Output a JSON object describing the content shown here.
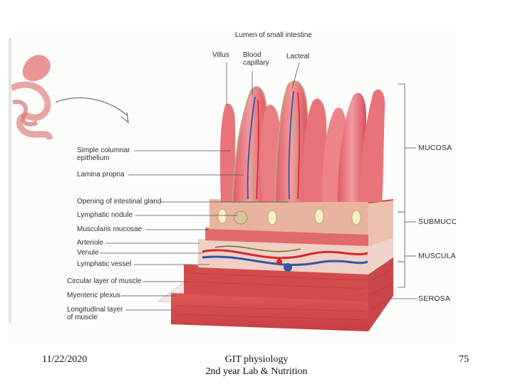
{
  "diagram": {
    "title": "Lumen of small intestine",
    "top_labels": {
      "villus": "Villus",
      "blood_capillary": "Blood\ncapillary",
      "lacteal": "Lacteal"
    },
    "left_labels": [
      "Simple columnar\nepithelium",
      "Lamina propria",
      "Opening of intestinal gland",
      "Lymphatic nodule",
      "Muscularis mucosae",
      "Arteriole",
      "Venule",
      "Lymphatic vessel",
      "Circular layer of muscle",
      "Myenteric plexus",
      "Longitudinal layer\nof muscle"
    ],
    "layers": [
      "MUCOSA",
      "SUBMUCOSA",
      "MUSCULARIS",
      "SEROSA"
    ],
    "colors": {
      "villus": "#e8747a",
      "muscle": "#cf4b4b",
      "artery": "#d8272c",
      "vein": "#2f58a8",
      "submucosa": "#f2d2c8"
    }
  },
  "footer": {
    "date": "11/22/2020",
    "title_line1": "GIT physiology",
    "title_line2": "2nd year Lab & Nutrition",
    "page_number": "75"
  }
}
